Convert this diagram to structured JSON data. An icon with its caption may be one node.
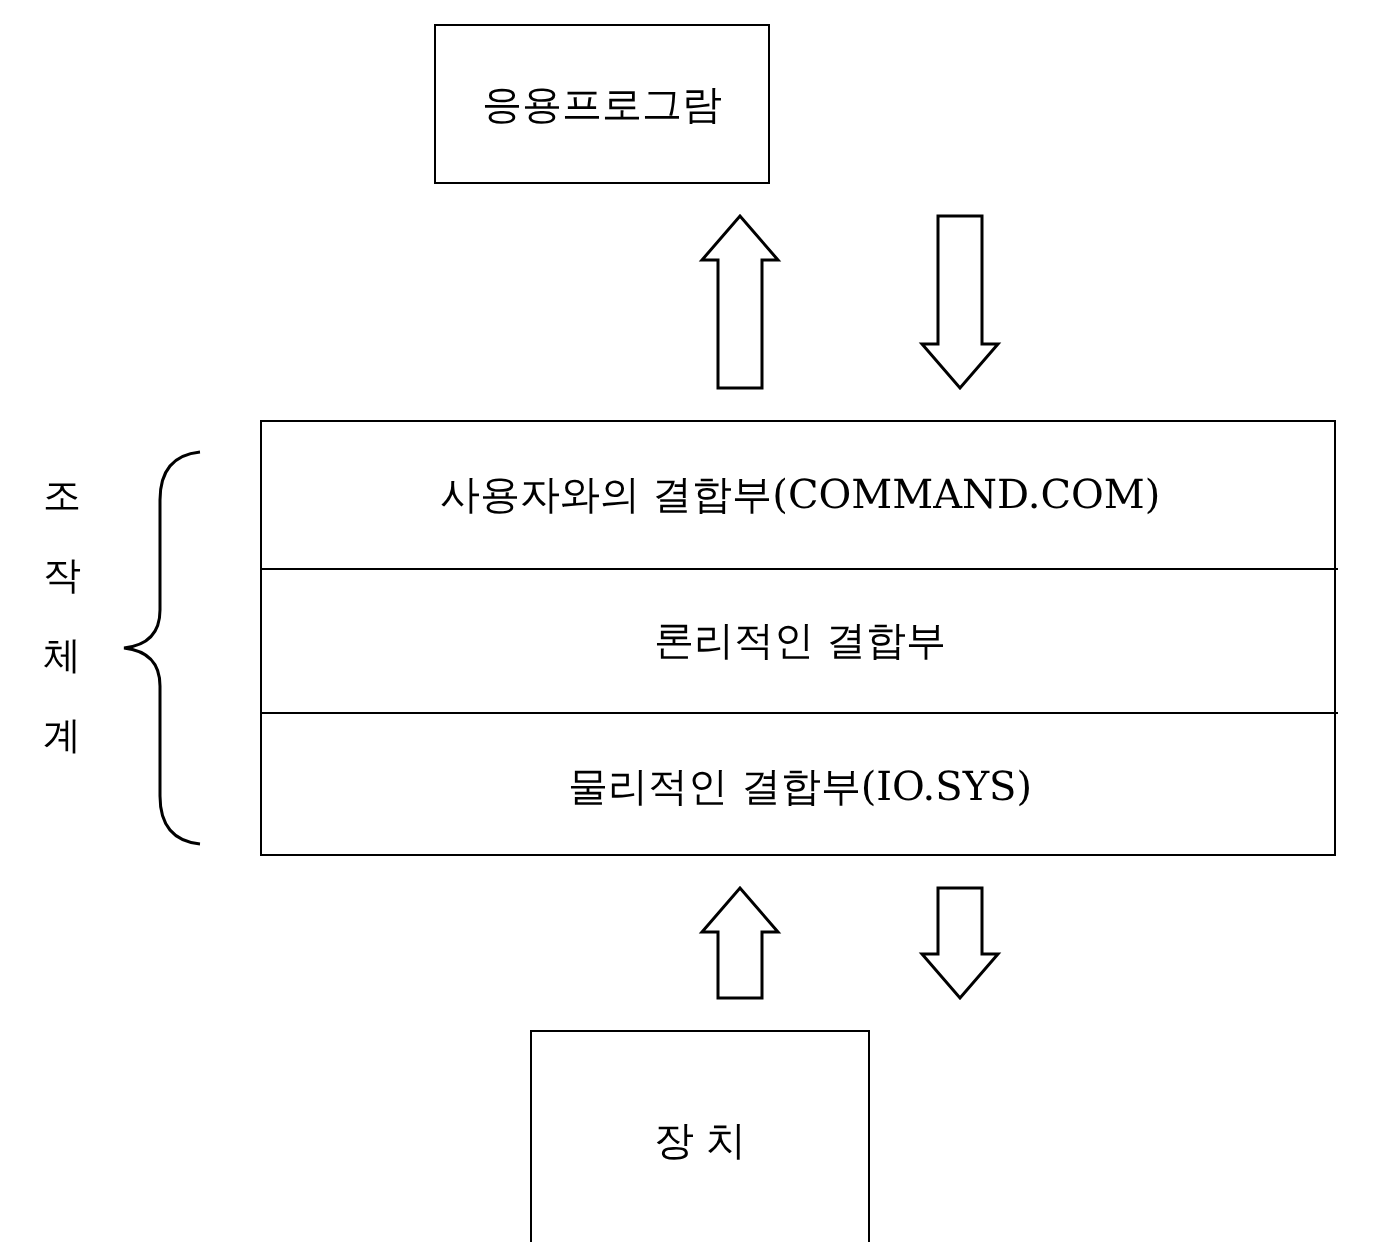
{
  "diagram": {
    "nodes": [
      {
        "text": [
          "응용프로그람"
        ]
      },
      {
        "text": [],
        "shape": "box"
      },
      {
        "text": [
          "사용자와의 결합부(COMMAND.COM)"
        ],
        "in": 1
      },
      {
        "text": [
          "론리적인 결합부"
        ],
        "in": 1
      },
      {
        "text": [
          "물리적인 결합부(IO.SYS)"
        ],
        "in": 1
      },
      {
        "text": [
          "장 치"
        ]
      }
    ],
    "edges": [
      {
        "from": 1,
        "to": 0,
        "arrow": "to"
      },
      {
        "from": null,
        "to": 1,
        "arrow": "to"
      },
      {
        "from": 5,
        "to": 1,
        "arrow": "to"
      },
      {
        "from": 1,
        "to": 5,
        "arrow": "to"
      }
    ],
    "labels": [
      "조작체계"
    ]
  }
}
